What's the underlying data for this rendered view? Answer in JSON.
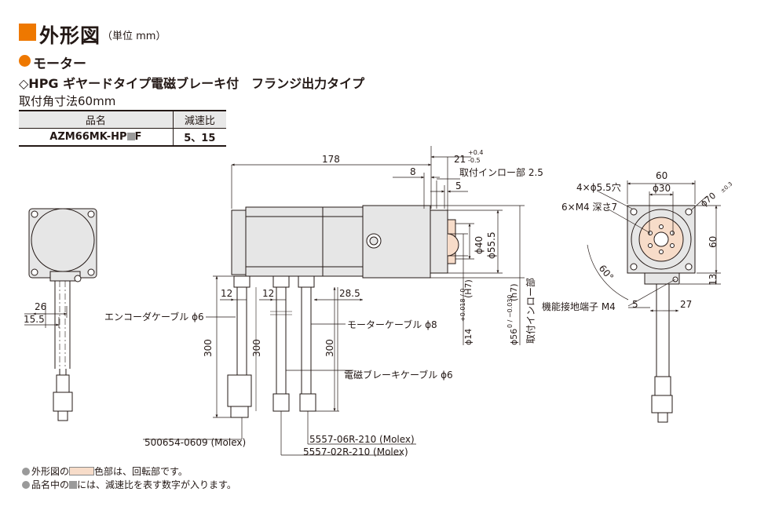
{
  "heading": {
    "title": "外形図",
    "unit": "（単位 mm）"
  },
  "section": "モーター",
  "product_line": "◇HPG ギヤードタイプ電磁ブレーキ付　フランジ出力タイプ",
  "mount_size": "取付角寸法60mm",
  "spec_table": {
    "headers": [
      "品名",
      "減速比"
    ],
    "row": {
      "model_prefix": "AZM66MK-HP",
      "model_suffix": "F",
      "ratio": "5、15"
    }
  },
  "notes": {
    "note1_a": "外形図の",
    "note1_b": "色部は、回転部です。",
    "note2_a": "品名中の",
    "note2_b": "には、減速比を表す数字が入ります。"
  },
  "dims": {
    "overall_length": "178",
    "shaft_dim": "21",
    "shaft_tol_upper": "+0.4",
    "shaft_tol_lower": "-0.5",
    "d8": "8",
    "inro_depth": "取付インロー部 2.5",
    "d5": "5",
    "dia40": "ϕ40",
    "dia55": "ϕ55.5",
    "dia14": "ϕ14",
    "dia14_tol": "+0.018 / 0",
    "dia14_fit": "(H7)",
    "dia56": "ϕ56",
    "dia56_tol": "0 / −0.030",
    "dia56_fit": "(h7)",
    "inro_label": "取付インロー部",
    "d12a": "12",
    "d12b": "12",
    "d28": "28.5",
    "len300a": "300",
    "len300b": "300",
    "len300c": "300",
    "front_60w": "60",
    "front_30": "ϕ30",
    "front_60h": "60",
    "front_13": "13",
    "front_5": "5",
    "front_27": "27",
    "hole_4": "4×ϕ5.5穴",
    "tap_6": "6×M4 深さ7",
    "pcd70": "ϕ70",
    "pcd70_tol": "±0.3",
    "angle60": "60°",
    "ground_label": "機能接地端子 M4",
    "left_26": "26",
    "left_15": "15.5"
  },
  "callouts": {
    "encoder_cable": "エンコーダケーブル ϕ6",
    "motor_cable": "モーターケーブル ϕ8",
    "brake_cable": "電磁ブレーキケーブル ϕ6",
    "conn_encoder": "500654-0609 (Molex)",
    "conn_motor": "5557-06R-210 (Molex)",
    "conn_brake": "5557-02R-210 (Molex)"
  },
  "colors": {
    "accent": "#ee7800",
    "rotating_part": "#f7dcc9",
    "body_gray": "#e6e6e6",
    "line": "#231815"
  }
}
